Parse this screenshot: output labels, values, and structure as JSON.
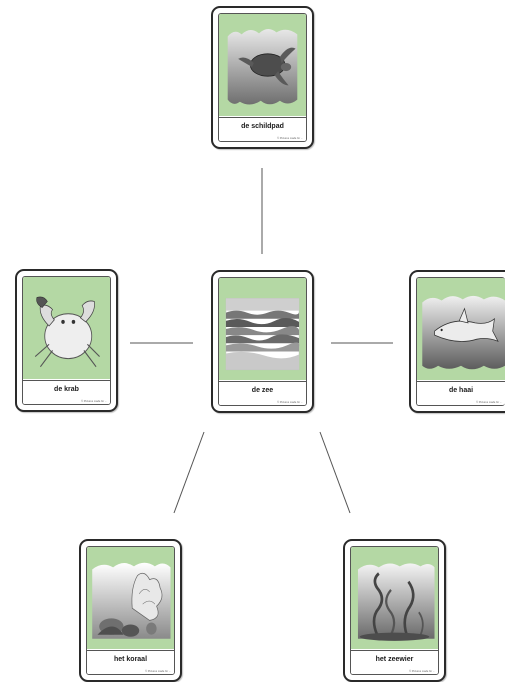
{
  "center": {
    "label": "de zee",
    "image": "sea-waves-picture"
  },
  "cards": [
    {
      "id": "top",
      "label": "de schildpad",
      "image": "turtle-picture"
    },
    {
      "id": "left",
      "label": "de krab",
      "image": "crab-picture"
    },
    {
      "id": "right",
      "label": "de haai",
      "image": "shark-picture"
    },
    {
      "id": "bottom-left",
      "label": "het koraal",
      "image": "coral-picture"
    },
    {
      "id": "bottom-right",
      "label": "het zeewier",
      "image": "seaweed-picture"
    }
  ],
  "credit": "© Pictures made for ...",
  "colors": {
    "card_background": "#b4d8a4",
    "border": "#2a2a2a",
    "connector": "#555555"
  }
}
